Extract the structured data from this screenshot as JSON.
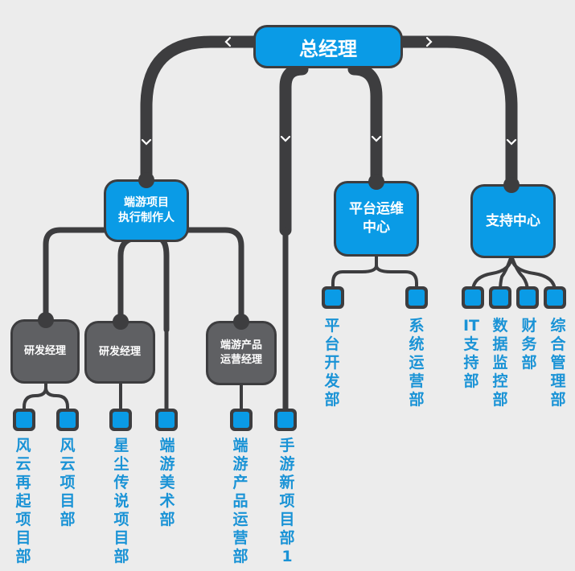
{
  "root": {
    "label": "总经理"
  },
  "branches": [
    {
      "label": "端游项目\n执行制作人",
      "managers": [
        {
          "label": "研发经理",
          "departments": [
            "风云再起项目部",
            "风云项目部"
          ]
        },
        {
          "label": "研发经理",
          "departments": [
            "星尘传说项目部"
          ]
        },
        {
          "label": "",
          "departments": [
            "端游美术部"
          ]
        },
        {
          "label": "端游产品\n运营经理",
          "departments": [
            "端游产品运营部"
          ]
        }
      ]
    },
    {
      "label": "",
      "departments": [
        "手游新项目部1"
      ]
    },
    {
      "label": "平台运维\n中心",
      "departments": [
        "平台开发部",
        "系统运营部"
      ]
    },
    {
      "label": "支持中心",
      "departments": [
        "IT支持部",
        "数据监控部",
        "财务部",
        "综合管理部"
      ]
    }
  ],
  "colors": {
    "line": "#3d3d3f",
    "blue": "#0a9be6",
    "gray": "#5f6063",
    "text": "#1a93d6",
    "bg": "#ececec"
  }
}
